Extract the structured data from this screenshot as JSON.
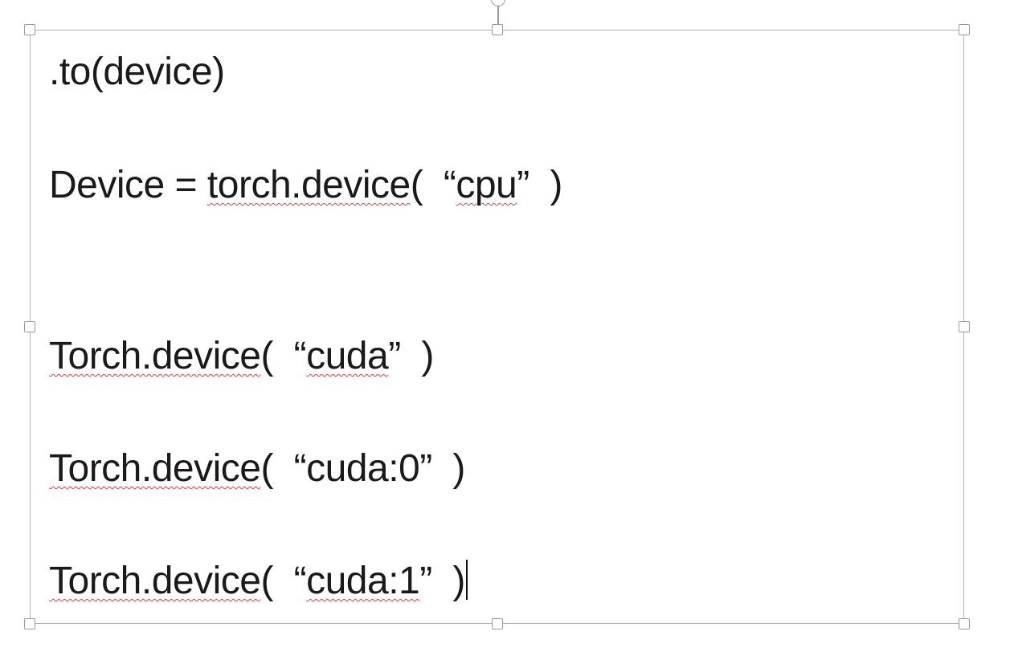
{
  "editor": {
    "lines": [
      {
        "segments": [
          ".to(device)"
        ]
      },
      {
        "segments": [
          "Device = ",
          "torch.device",
          "(  “",
          "cpu",
          "”  )"
        ]
      },
      {
        "segments": [
          "Torch.device",
          "(  “",
          "cuda",
          "”  )"
        ]
      },
      {
        "segments": [
          "Torch.device",
          "(  “",
          "cuda:0",
          "”  )"
        ]
      },
      {
        "segments": [
          "Torch.device",
          "(  “",
          "cuda:1",
          "”  )"
        ]
      }
    ]
  },
  "colors": {
    "text": "#1a1a1a",
    "spellcheck_underline": "#e0403a",
    "selection_border": "#b3b3b3"
  }
}
